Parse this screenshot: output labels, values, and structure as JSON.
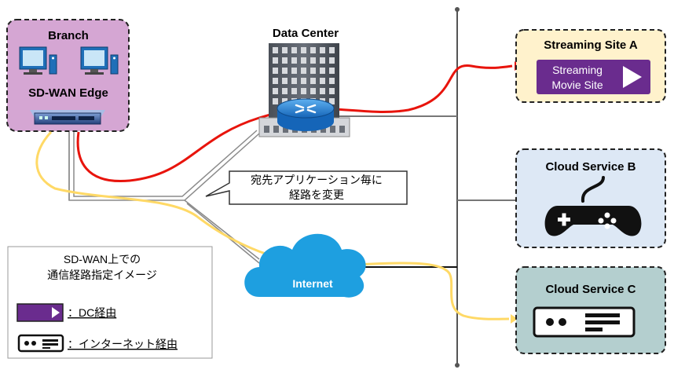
{
  "branch": {
    "title": "Branch",
    "device_label": "SD-WAN Edge"
  },
  "data_center": {
    "title": "Data Center"
  },
  "sites": {
    "a": {
      "title": "Streaming Site A",
      "button_line1": "Streaming",
      "button_line2": "Movie Site"
    },
    "b": {
      "title": "Cloud Service B"
    },
    "c": {
      "title": "Cloud Service C"
    }
  },
  "internet": {
    "label": "Internet"
  },
  "callout": {
    "line1": "宛先アプリケーション毎に",
    "line2": "経路を変更"
  },
  "legend": {
    "title_line1": "SD-WAN上での",
    "title_line2": "通信経路指定イメージ",
    "items": [
      {
        "label": "：DC経由",
        "icon": "play-button-icon"
      },
      {
        "label": "：インターネット経由",
        "icon": "server-box-icon"
      }
    ]
  },
  "colors": {
    "branch_bg": "#d5a6d3",
    "site_a_bg": "#fff2cc",
    "site_b_bg": "#dde8f5",
    "site_c_bg": "#b4cfcf",
    "red_path": "#e8140c",
    "yellow_path": "#ffd966",
    "purple": "#6a2c8e",
    "cloud": "#1e9fe0"
  }
}
